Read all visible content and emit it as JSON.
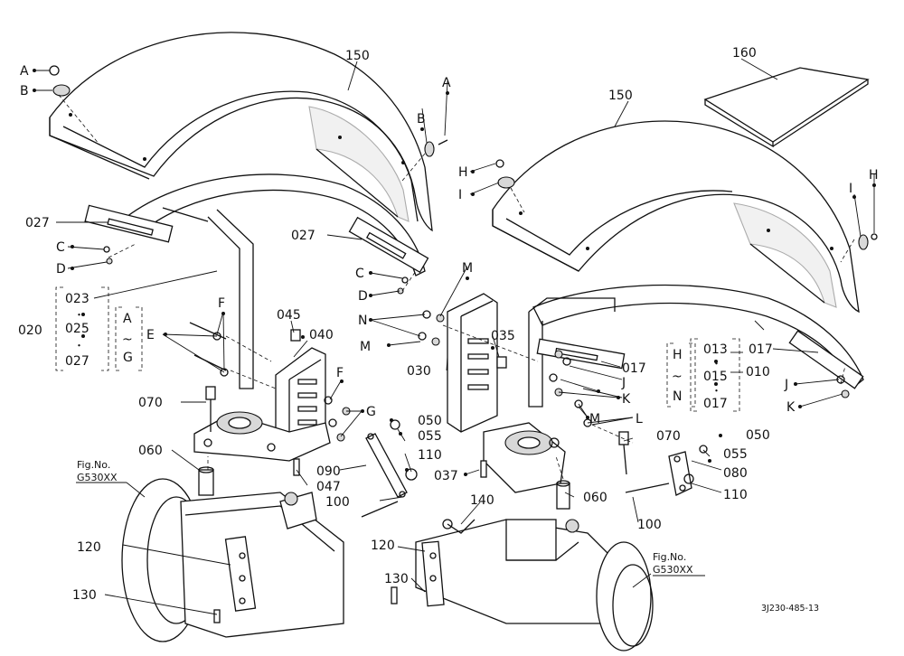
{
  "part_numbers": {
    "p150": "150",
    "p160": "160",
    "p027": "027",
    "p023": "023",
    "p025": "025",
    "p020": "020",
    "p045": "045",
    "p040": "040",
    "p070": "070",
    "p060": "060",
    "p120": "120",
    "p130": "130",
    "p090": "090",
    "p047": "047",
    "p050": "050",
    "p055": "055",
    "p110": "110",
    "p100": "100",
    "p140": "140",
    "p030": "030",
    "p035": "035",
    "p037": "037",
    "p017": "017",
    "p013": "013",
    "p015": "015",
    "p010": "010",
    "p080": "080"
  },
  "letters": {
    "A": "A",
    "B": "B",
    "C": "C",
    "D": "D",
    "E": "E",
    "F": "F",
    "G": "G",
    "H": "H",
    "I": "I",
    "J": "J",
    "K": "K",
    "L": "L",
    "M": "M",
    "N": "N"
  },
  "symbols": {
    "range": "~",
    "dot": "・"
  },
  "figure_refs": {
    "fig_label": "Fig.No.",
    "fig_number": "G530XX"
  },
  "drawing_code": "3J230-485-13"
}
